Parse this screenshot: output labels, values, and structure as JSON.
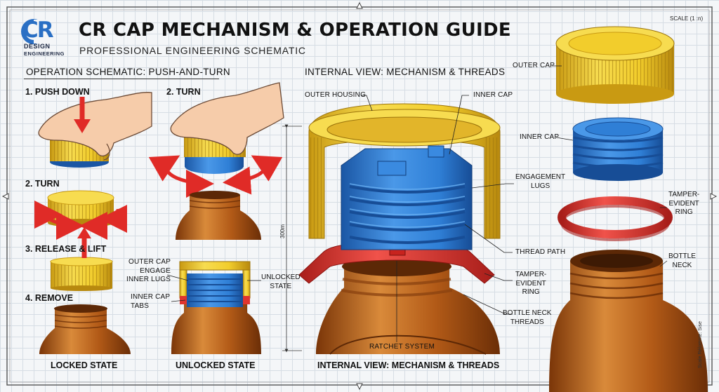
{
  "header": {
    "logo_letters": "CR",
    "logo_line1": "DESIGN",
    "logo_line2": "ENGINEERING",
    "title": "CR CAP MECHANISM & OPERATION GUIDE",
    "subtitle": "PROFESSIONAL ENGINEERING SCHEMATIC",
    "scale": "SCALE (1 :n)"
  },
  "left_panel": {
    "heading": "OPERATION SCHEMATIC: PUSH-AND-TURN",
    "steps": {
      "push": "1. PUSH DOWN",
      "turn_a": "2. TURN",
      "turn_b": "2. TURN",
      "release": "3. RELEASE & LIFT",
      "remove": "4. REMOVE"
    },
    "labels": {
      "outer_cap": "OUTER CAP\nENGAGE\nINNER LUGS",
      "inner_tabs": "INNER CAP\nTABS",
      "unlocked": "UNLOCKED\nSTATE"
    },
    "states": {
      "locked": "LOCKED STATE",
      "unlocked": "UNLOCKED STATE"
    }
  },
  "middle_panel": {
    "heading": "INTERNAL VIEW: MECHANISM & THREADS",
    "dimension": "300m",
    "labels": {
      "outer_housing": "OUTER HOUSING",
      "inner_cap": "INNER CAP",
      "engagement_lugs": "ENGAGEMENT\nLUGS",
      "thread_path": "THREAD PATH",
      "tamper_ring": "TAMPER-\nEVIDENT\nRING",
      "neck_threads": "BOTTLE NECK\nTHREADS",
      "ratchet": "RATCHET SYSTEM"
    },
    "caption": "INTERNAL VIEW: MECHANISM & THREADS"
  },
  "right_panel": {
    "labels": {
      "outer_cap": "OUTER CAP",
      "inner_cap": "INNER CAP",
      "tamper_ring": "TAMPER-\nEVIDENT\nRING",
      "bottle_neck": "BOTTLE\nNECK"
    },
    "vertical_note": "Scale Rélomnte: Sise"
  },
  "colors": {
    "cap_yellow": "#f2cd2c",
    "cap_yellow_dark": "#c99a12",
    "inner_blue": "#2f7fd6",
    "inner_blue_dark": "#1a56a4",
    "ring_red": "#e0352f",
    "bottle_amber": "#b25a17",
    "bottle_amber_light": "#d98a3a",
    "arrow_red": "#e02b27",
    "logo_blue": "#2a6fc4",
    "logo_navy": "#1f2a44"
  }
}
